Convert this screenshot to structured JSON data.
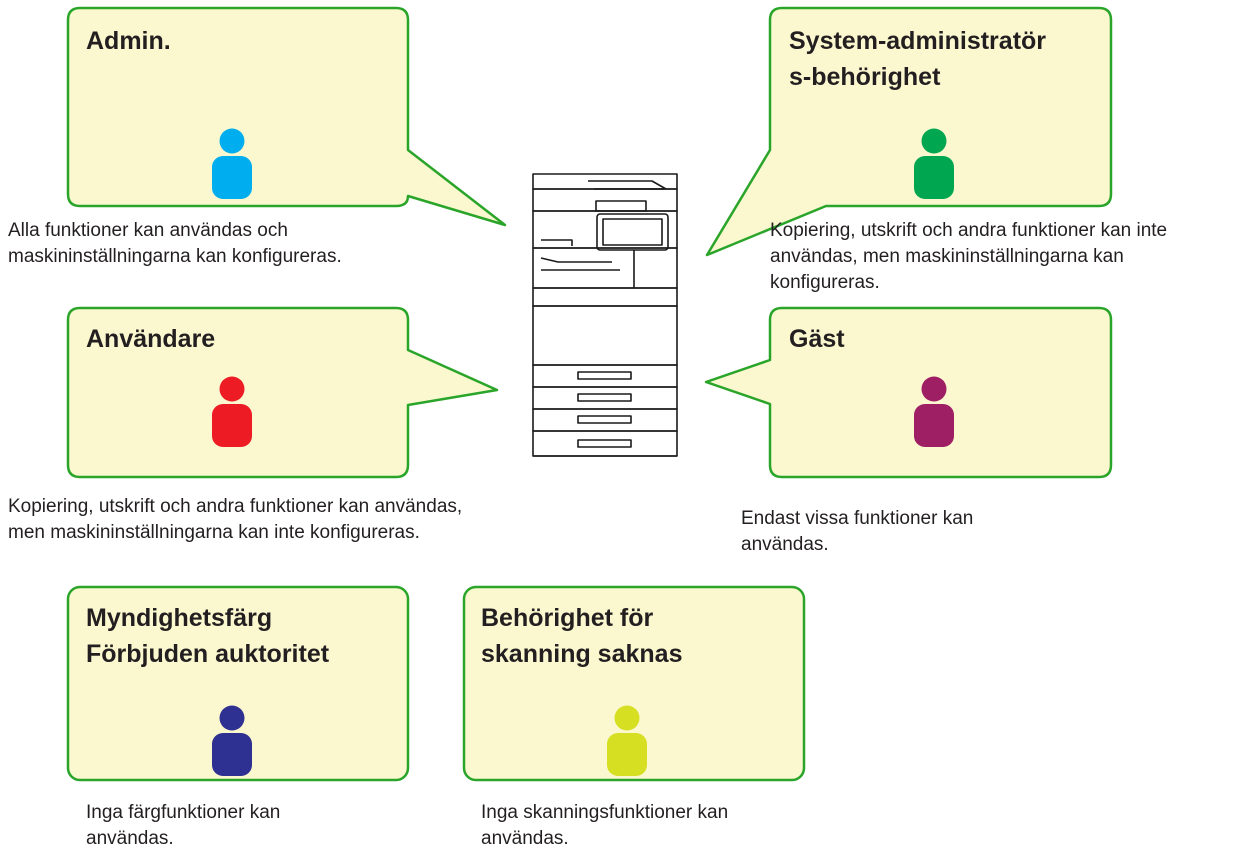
{
  "colors": {
    "box_fill": "#fbf8d0",
    "box_border": "#2aa52a",
    "printer_stroke": "#1a1a1a"
  },
  "center": {
    "icon": "multifunction-printer-icon"
  },
  "roles": {
    "admin": {
      "title": "Admin.",
      "description": "Alla funktioner kan användas och maskininställningarna kan konfigureras.",
      "person_color": "#00aeef",
      "icon": "person-icon"
    },
    "sysadmin": {
      "title_line1": "System-administratör",
      "title_line2": "s-behörighet",
      "description": "Kopiering, utskrift och andra funktioner kan inte användas, men maskininställningarna kan konfigureras.",
      "person_color": "#00a650",
      "icon": "person-icon"
    },
    "user": {
      "title": "Användare",
      "description": "Kopiering, utskrift och andra funktioner kan användas, men maskininställningarna kan inte konfigureras.",
      "person_color": "#ed1c24",
      "icon": "person-icon"
    },
    "guest": {
      "title": "Gäst",
      "description": "Endast vissa funktioner kan användas.",
      "person_color": "#9e1f63",
      "icon": "person-icon"
    },
    "color_prohibited": {
      "title_line1": "Myndighetsfärg",
      "title_line2": "Förbjuden auktoritet",
      "description": "Inga färgfunktioner kan användas.",
      "person_color": "#2e3192",
      "icon": "person-icon"
    },
    "no_scan": {
      "title_line1": "Behörighet för",
      "title_line2": "skanning saknas",
      "description": "Inga skanningsfunktioner kan användas.",
      "person_color": "#d7df23",
      "icon": "person-icon"
    }
  }
}
